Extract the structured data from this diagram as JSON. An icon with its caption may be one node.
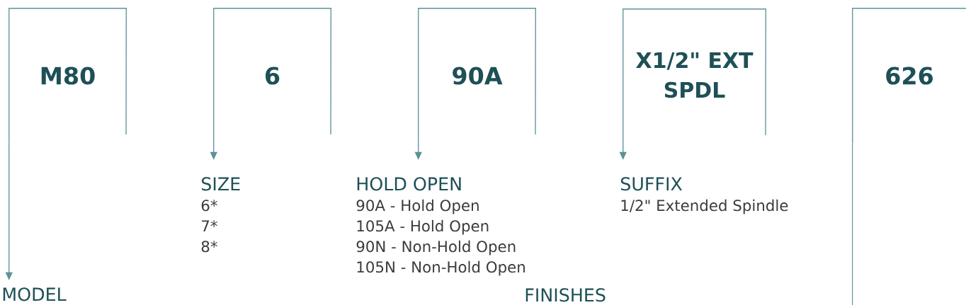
{
  "diagram": {
    "nodes": [
      {
        "text": [
          "M80"
        ]
      },
      {
        "text": [
          "6"
        ]
      },
      {
        "text": [
          "90A"
        ]
      },
      {
        "text": [
          "X1/2\" EXT SPDL"
        ]
      },
      {
        "text": [
          "626"
        ]
      },
      {
        "text": [
          "MODEL"
        ]
      },
      {
        "text": [
          "SIZE",
          "6*",
          "7*",
          "8*"
        ]
      },
      {
        "text": [
          "HOLD OPEN",
          "90A - Hold Open",
          "105A - Hold Open",
          "90N - Non-Hold Open",
          "105N - Non-Hold Open"
        ]
      },
      {
        "text": [
          "SUFFIX",
          "1/2\" Extended Spindle"
        ]
      }
    ],
    "edges": [
      {
        "from": 0,
        "to": 5,
        "arrow": "to"
      },
      {
        "from": 1,
        "to": 6,
        "arrow": "to"
      },
      {
        "from": 2,
        "to": 7,
        "arrow": "to"
      },
      {
        "from": 3,
        "to": 8,
        "arrow": "to"
      },
      {
        "from": 4,
        "to": null,
        "arrow": "none"
      }
    ],
    "labels": [
      "FINISHES"
    ]
  }
}
